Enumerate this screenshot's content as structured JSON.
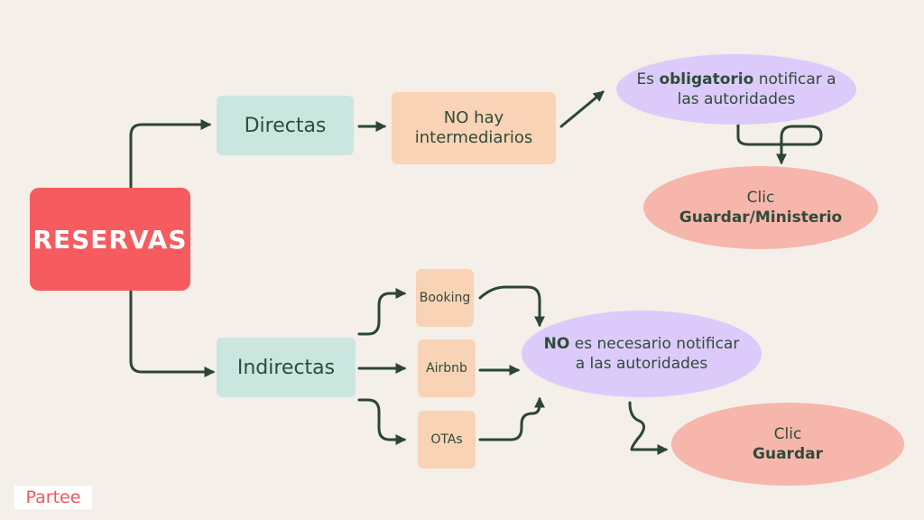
{
  "diagram": {
    "root": {
      "label": "RESERVAS"
    },
    "direct": {
      "label": "Directas",
      "detail": {
        "line1": "NO hay",
        "line2": "intermediarios"
      },
      "notice": {
        "bold": "obligatorio",
        "pre": "Es ",
        "post": " notificar a",
        "line2": "las autoridades"
      },
      "action": {
        "line1": "Clic",
        "line2": "Guardar/Ministerio"
      }
    },
    "indirect": {
      "label": "Indirectas",
      "channels": [
        {
          "label": "Booking"
        },
        {
          "label": "Airbnb"
        },
        {
          "label": "OTAs"
        }
      ],
      "notice": {
        "bold": "NO",
        "rest": " es necesario notificar",
        "line2": "a las autoridades"
      },
      "action": {
        "line1": "Clic",
        "line2": "Guardar"
      }
    }
  },
  "brand": {
    "label": "Partee"
  },
  "colors": {
    "background": "#f4efe9",
    "root": "#f55b5f",
    "green": "#cbe6df",
    "peach": "#f9d3b5",
    "lavender": "#dccbfa",
    "pink": "#f7b6ab",
    "text": "#2f4b3a",
    "arrow": "#2c4634"
  }
}
